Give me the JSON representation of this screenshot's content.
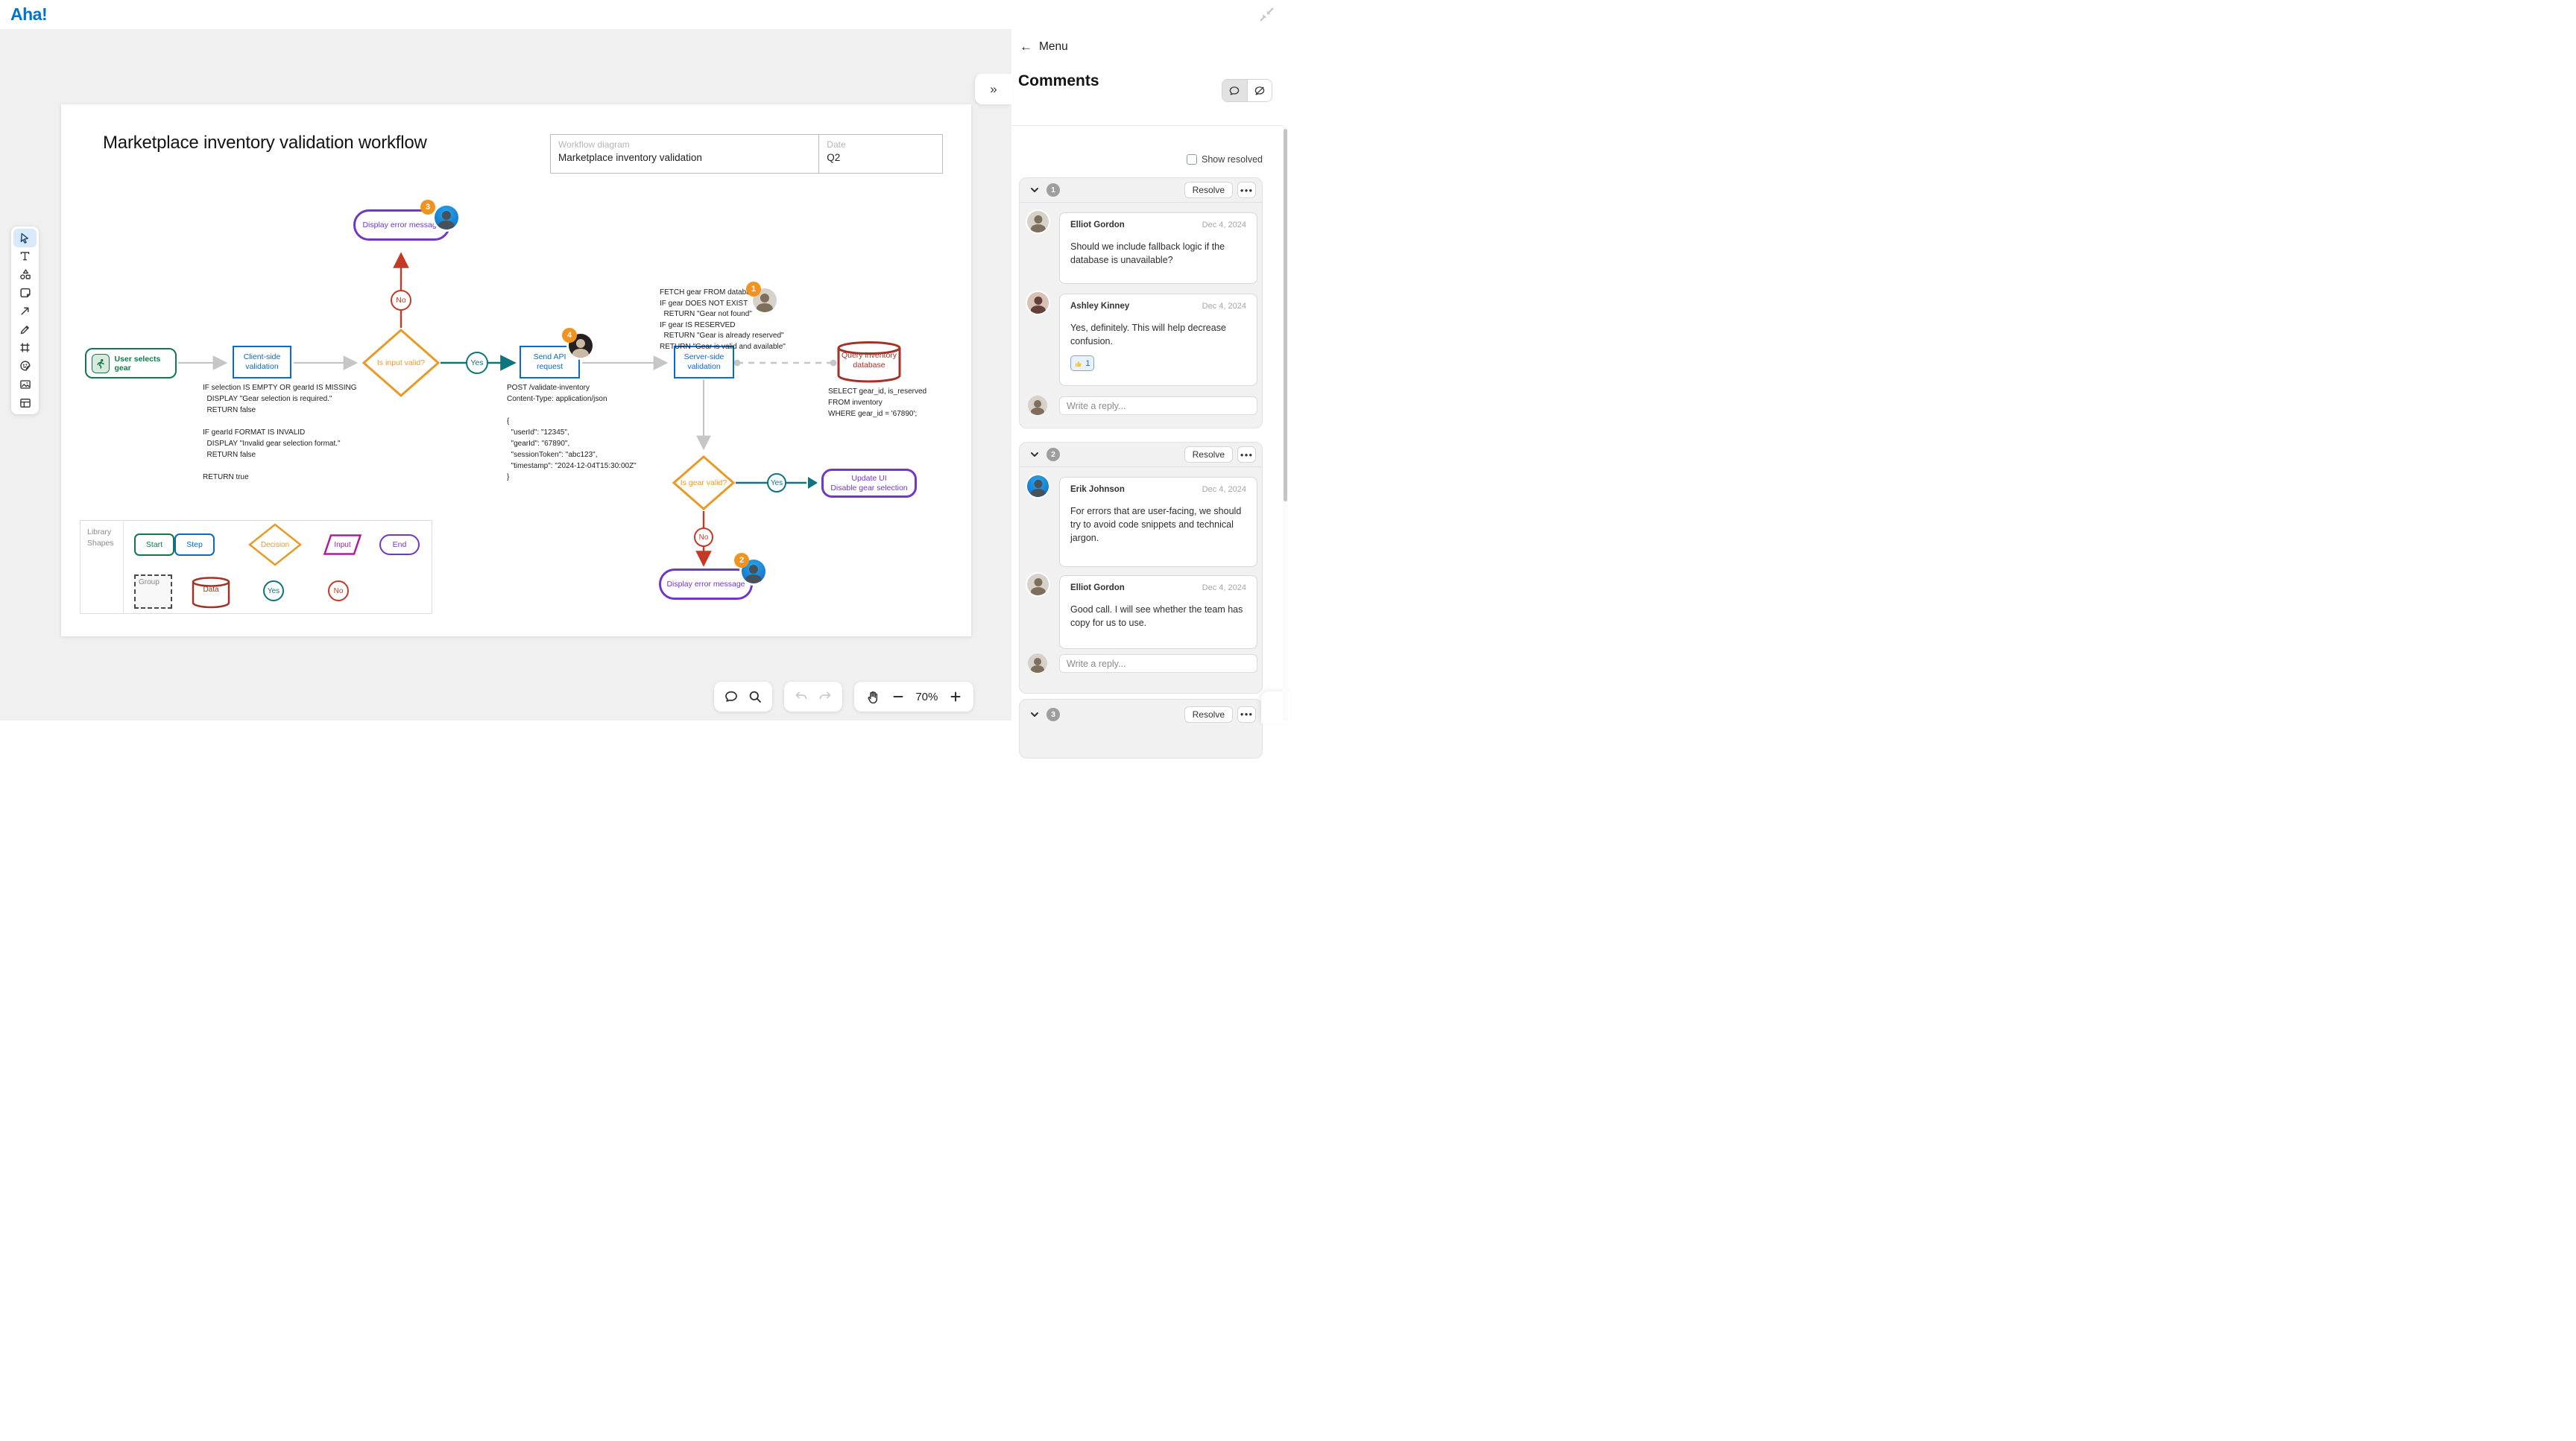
{
  "header": {
    "logo": "Aha!"
  },
  "icons": {
    "collapse_panel": "»",
    "back_arrow": "←",
    "more": "●●●"
  },
  "palette": {
    "brand_blue": "#0073cf",
    "green": "#13784b",
    "blue": "#0b69c7",
    "orange": "#e79b26",
    "teal": "#0c757d",
    "red": "#c43a26",
    "purple": "#7137c8",
    "dark_red": "#a23327",
    "magenta": "#b01b9b",
    "badge_orange": "#f0941f",
    "gray_connector": "#c6c6c6"
  },
  "left_toolbar": {
    "tools": [
      "select",
      "text",
      "shapes",
      "sticky-note",
      "arrow",
      "pen",
      "frame",
      "sticker",
      "image",
      "table"
    ]
  },
  "canvas": {
    "title": "Marketplace inventory validation workflow",
    "info_table": {
      "col1_label": "Workflow diagram",
      "col1_value": "Marketplace inventory validation",
      "col2_label": "Date",
      "col2_value": "Q2"
    },
    "nodes": {
      "start": "User selects gear",
      "client": [
        "Client-side",
        "validation"
      ],
      "decision1": "Is input valid?",
      "error_top": "Display error message",
      "send": [
        "Send API",
        "request"
      ],
      "server": [
        "Server-side",
        "validation"
      ],
      "query_db": [
        "Query inventory",
        "database"
      ],
      "decision2": "Is gear valid?",
      "update": [
        "Update UI",
        "Disable gear selection"
      ],
      "error_bottom": "Display error message",
      "yes": "Yes",
      "no": "No"
    },
    "badges": {
      "one": "1",
      "two": "2",
      "three": "3",
      "four": "4"
    },
    "code": {
      "client_rules": [
        "IF selection IS EMPTY OR gearId IS MISSING",
        "  DISPLAY \"Gear selection is required.\"",
        "  RETURN false",
        "",
        "IF gearId FORMAT IS INVALID",
        "  DISPLAY \"Invalid gear selection format.\"",
        "  RETURN false",
        "",
        "RETURN true"
      ],
      "api_request": [
        "POST /validate-inventory",
        "Content-Type: application/json",
        "",
        "{",
        "  \"userId\": \"12345\",",
        "  \"gearId\": \"67890\",",
        "  \"sessionToken\": \"abc123\",",
        "  \"timestamp\": \"2024-12-04T15:30:00Z\"",
        "}"
      ],
      "server_rules": [
        "FETCH gear FROM database",
        "IF gear DOES NOT EXIST",
        "  RETURN \"Gear not found\"",
        "IF gear IS RESERVED",
        "  RETURN \"Gear is already reserved\"",
        "RETURN \"Gear is valid and available\""
      ],
      "db_query": [
        "SELECT gear_id, is_reserved",
        "FROM inventory",
        "WHERE gear_id = '67890';"
      ]
    },
    "library": {
      "title": [
        "Library",
        "Shapes"
      ],
      "labels": {
        "start": "Start",
        "step": "Step",
        "decision": "Decision",
        "input": "Input",
        "end": "End",
        "group": "Group",
        "data": "Data",
        "yes": "Yes",
        "no": "No"
      }
    }
  },
  "bottom_toolbar": {
    "zoom_level": "70%"
  },
  "comments_panel": {
    "back_label": "Menu",
    "title": "Comments",
    "show_resolved_label": "Show resolved",
    "resolve_label": "Resolve",
    "reply_placeholder": "Write a reply...",
    "threads": [
      {
        "number": "1",
        "comments": [
          {
            "author": "Elliot Gordon",
            "date": "Dec 4, 2024",
            "text": "Should we include fallback logic if the database is unavailable?"
          },
          {
            "author": "Ashley Kinney",
            "date": "Dec 4, 2024",
            "text": "Yes, definitely. This will help decrease confusion.",
            "reaction_count": "1"
          }
        ]
      },
      {
        "number": "2",
        "comments": [
          {
            "author": "Erik Johnson",
            "date": "Dec 4, 2024",
            "text": "For errors that are user-facing, we should try to avoid code snippets and technical jargon."
          },
          {
            "author": "Elliot Gordon",
            "date": "Dec 4, 2024",
            "text": "Good call. I will see whether the team has copy for us to use."
          }
        ]
      },
      {
        "number": "3",
        "comments": []
      }
    ]
  }
}
